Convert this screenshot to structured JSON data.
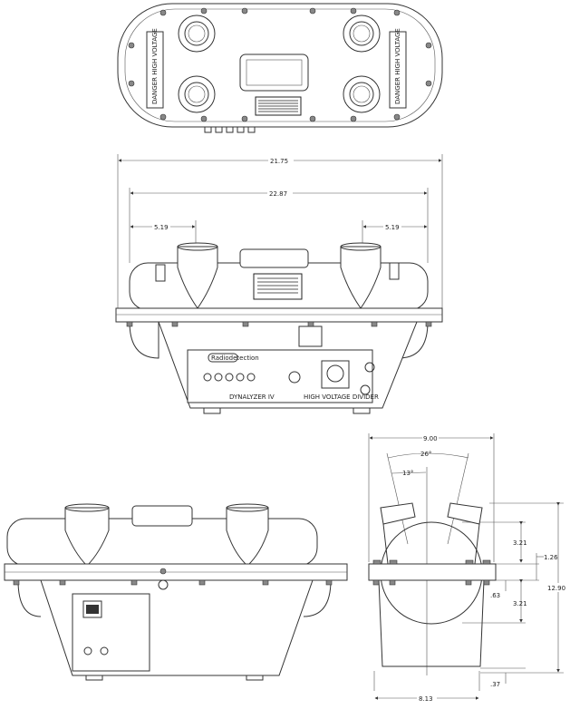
{
  "top_view": {
    "label_left": "DANGER HIGH VOLTAGE",
    "label_right": "DANGER HIGH VOLTAGE"
  },
  "front_view": {
    "dimensions": {
      "overall_width": "21.75",
      "tank_width": "22.87",
      "left_offset": "5.19",
      "right_offset": "5.19"
    },
    "panel": {
      "brand": "Radiodetection",
      "model": "DYNALYZER IV",
      "subtitle": "HIGH VOLTAGE DIVIDER"
    }
  },
  "side_view": {
    "dimensions": {
      "top_width": "9.00",
      "angle_total": "26°",
      "angle_half": "13°",
      "upper_radius": "3.21",
      "flange": "1.26",
      "flange_offset": ".63",
      "lower_radius": "3.21",
      "height": "12.90",
      "foot": ".37",
      "bottom_width": "8.13"
    }
  }
}
